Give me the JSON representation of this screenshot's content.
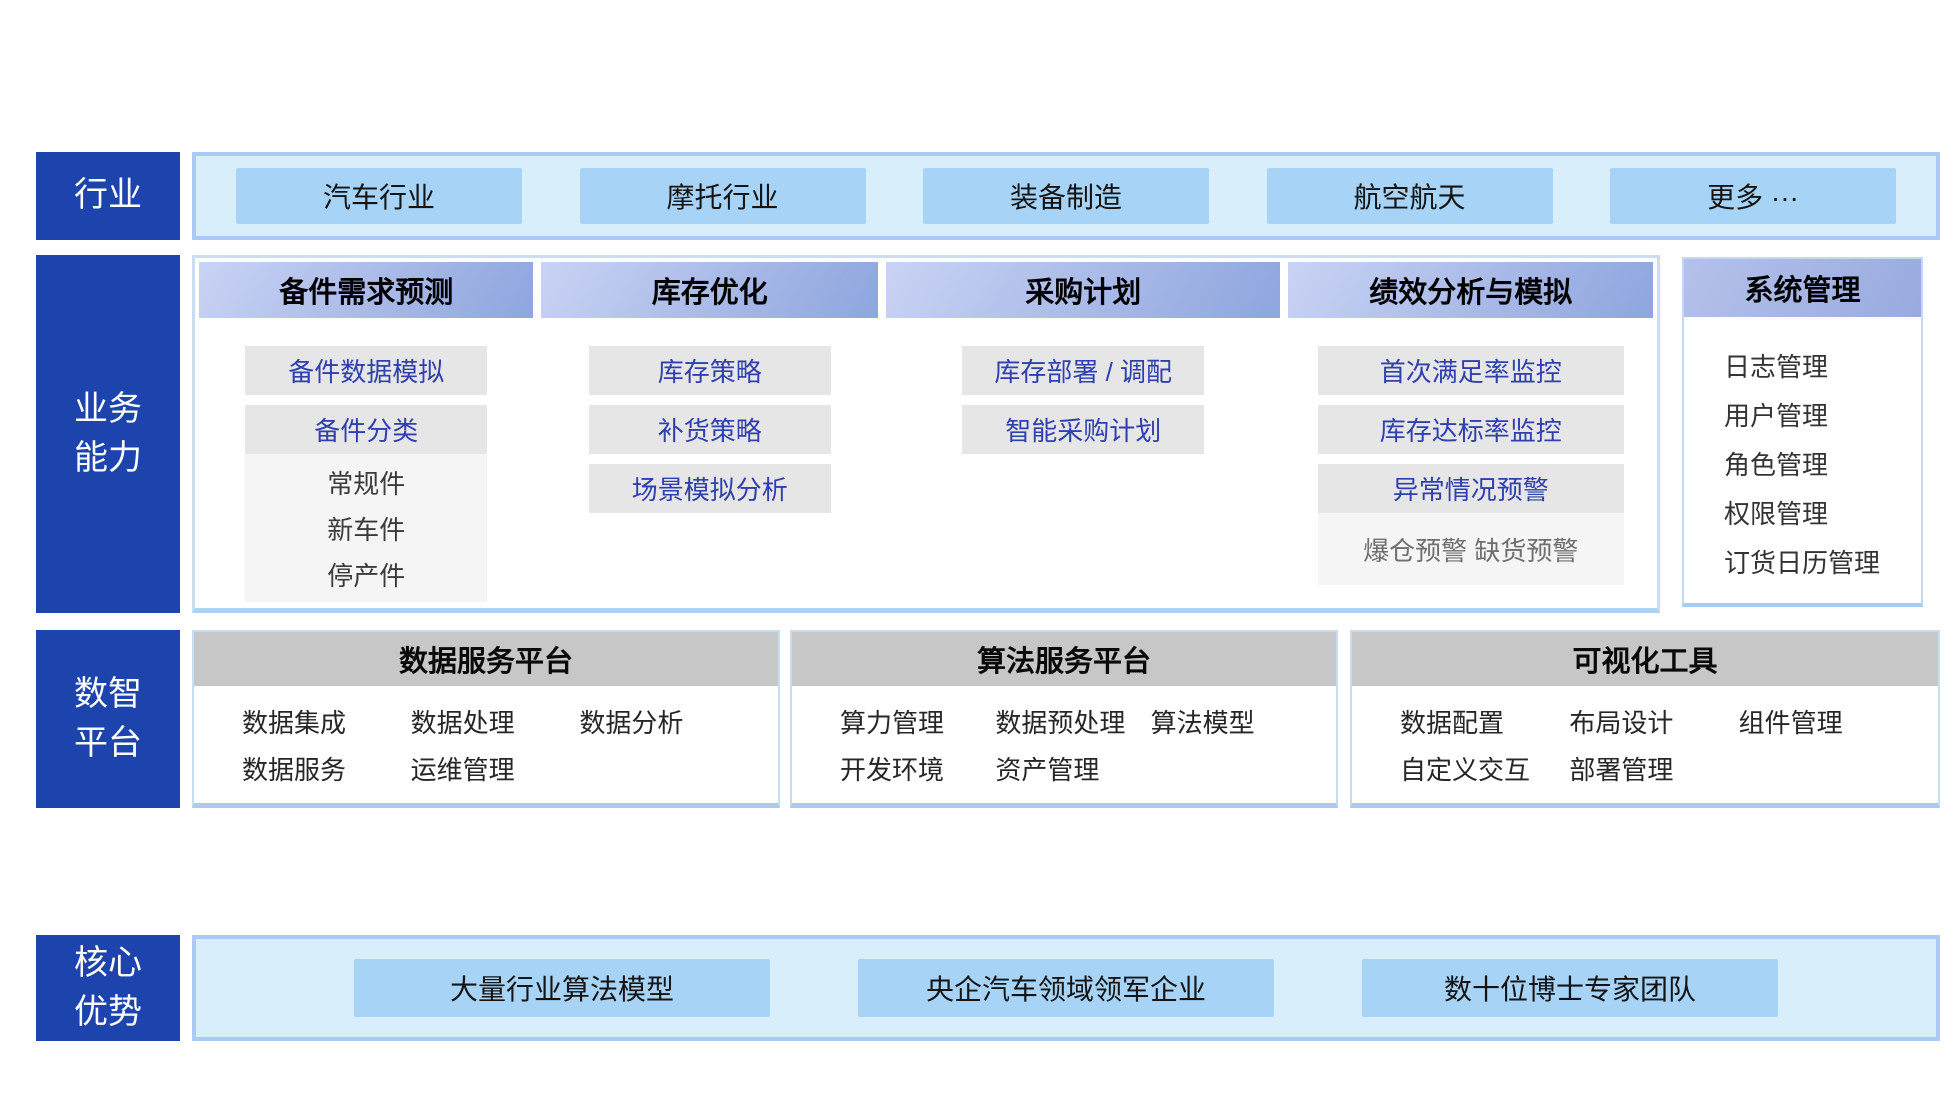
{
  "colors": {
    "row_label_blue": "#1d44ac",
    "panel_cyan_bg": "#d8effb",
    "panel_border_blue": "#a9caf4",
    "button_blue": "#a6d3f6",
    "column_header_gradient": [
      "#c9d3f4",
      "#8ea5de"
    ],
    "chip_bg": "#e6e6e6",
    "chip_text_blue": "#2f3fae",
    "platform_header_gray": "#c7c7c7"
  },
  "industry": {
    "label": "行业",
    "items": [
      "汽车行业",
      "摩托行业",
      "装备制造",
      "航空航天",
      "更多 ···"
    ]
  },
  "business": {
    "label": "业务\n能力",
    "columns": [
      {
        "title": "备件需求预测",
        "chips": [
          "备件数据模拟",
          "备件分类"
        ],
        "notes": [
          "常规件",
          "新车件",
          "停产件"
        ]
      },
      {
        "title": "库存优化",
        "chips": [
          "库存策略",
          "补货策略",
          "场景模拟分析"
        ],
        "notes": []
      },
      {
        "title": "采购计划",
        "chips": [
          "库存部署 / 调配",
          "智能采购计划"
        ],
        "notes": []
      },
      {
        "title": "绩效分析与模拟",
        "chips": [
          "首次满足率监控",
          "库存达标率监控",
          "异常情况预警"
        ],
        "notes": [
          "爆仓预警 缺货预警"
        ]
      }
    ],
    "system": {
      "title": "系统管理",
      "items": [
        "日志管理",
        "用户管理",
        "角色管理",
        "权限管理",
        "订货日历管理"
      ]
    }
  },
  "platform": {
    "label": "数智\n平台",
    "boxes": [
      {
        "title": "数据服务平台",
        "items": [
          "数据集成",
          "数据处理",
          "数据分析",
          "数据服务",
          "运维管理"
        ]
      },
      {
        "title": "算法服务平台",
        "items": [
          "算力管理",
          "数据预处理",
          "算法模型",
          "开发环境",
          "资产管理"
        ]
      },
      {
        "title": "可视化工具",
        "items": [
          "数据配置",
          "布局设计",
          "组件管理",
          "自定义交互",
          "部署管理"
        ]
      }
    ]
  },
  "advantage": {
    "label": "核心\n优势",
    "items": [
      "大量行业算法模型",
      "央企汽车领域领军企业",
      "数十位博士专家团队"
    ]
  }
}
